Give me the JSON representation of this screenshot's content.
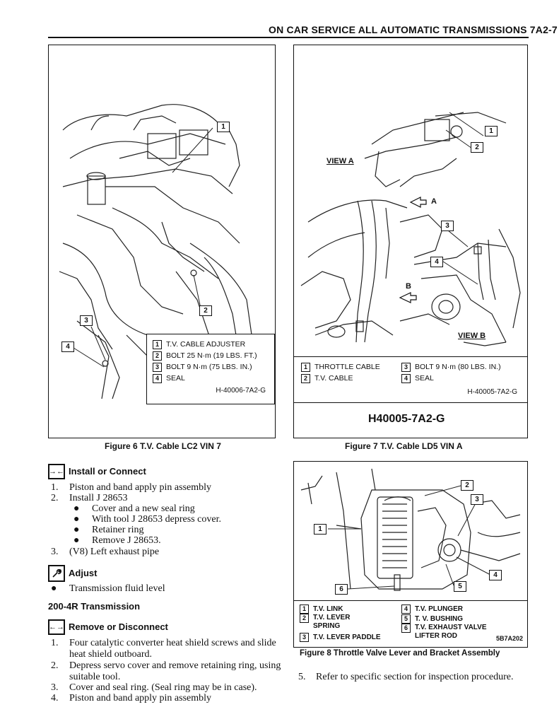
{
  "header": {
    "title": "ON CAR SERVICE ALL AUTOMATIC TRANSMISSIONS 7A2-7"
  },
  "figure6": {
    "caption": "Figure 6 T.V. Cable LC2 VIN 7",
    "legend": [
      {
        "n": "1",
        "text": "T.V. CABLE ADJUSTER"
      },
      {
        "n": "2",
        "text": "BOLT 25 N·m (19 LBS. FT.)"
      },
      {
        "n": "3",
        "text": "BOLT 9 N·m (75 LBS. IN.)"
      },
      {
        "n": "4",
        "text": "SEAL"
      }
    ],
    "code": "H-40006-7A2-G",
    "callouts": [
      "1",
      "2",
      "3",
      "4"
    ]
  },
  "figure7": {
    "caption": "Figure 7 T.V. Cable LD5 VIN A",
    "view_a": "VIEW A",
    "view_b": "VIEW B",
    "arrow_a": "A",
    "arrow_b": "B",
    "legend_left": [
      {
        "n": "1",
        "text": "THROTTLE CABLE"
      },
      {
        "n": "2",
        "text": "T.V. CABLE"
      }
    ],
    "legend_right": [
      {
        "n": "3",
        "text": "BOLT 9 N·m (80 LBS. IN.)"
      },
      {
        "n": "4",
        "text": "SEAL"
      }
    ],
    "code_small": "H-40005-7A2-G",
    "code_big": "H40005-7A2-G",
    "callouts": [
      "1",
      "2",
      "3",
      "4"
    ]
  },
  "figure8": {
    "caption": "Figure 8 Throttle Valve Lever and Bracket Assembly",
    "legend_left": [
      {
        "n": "1",
        "text": "T.V. LINK"
      },
      {
        "n": "2",
        "text": "T.V. LEVER SPRING"
      },
      {
        "n": "3",
        "text": "T.V. LEVER PADDLE"
      }
    ],
    "legend_right": [
      {
        "n": "4",
        "text": "T.V. PLUNGER"
      },
      {
        "n": "5",
        "text": "T. V. BUSHING"
      },
      {
        "n": "6",
        "text": "T.V. EXHAUST VALVE LIFTER ROD"
      }
    ],
    "code": "5B7A202",
    "callouts": [
      "1",
      "2",
      "3",
      "4",
      "5",
      "6"
    ]
  },
  "install": {
    "heading": "Install or Connect",
    "items": [
      {
        "n": "1.",
        "text": "Piston and band apply pin assembly"
      },
      {
        "n": "2.",
        "text": "Install J 28653"
      }
    ],
    "bullets": [
      "Cover and a new seal ring",
      "With tool J 28653 depress cover.",
      "Retainer ring",
      "Remove J 28653."
    ],
    "item3": {
      "n": "3.",
      "text": "(V8) Left exhaust pipe"
    }
  },
  "adjust": {
    "heading": "Adjust",
    "bullet": "Transmission fluid level"
  },
  "section": {
    "title": "200-4R Transmission"
  },
  "remove": {
    "heading": "Remove or Disconnect",
    "items": [
      {
        "n": "1.",
        "text": "Four catalytic converter heat shield screws and slide heat shield outboard."
      },
      {
        "n": "2.",
        "text": "Depress servo cover and remove retaining ring, using suitable tool."
      },
      {
        "n": "3.",
        "text": "Cover and seal ring. (Seal ring may be in case)."
      },
      {
        "n": "4.",
        "text": "Piston and band apply pin assembly"
      }
    ]
  },
  "step5": {
    "n": "5.",
    "text": "Refer to specific section for inspection procedure."
  }
}
